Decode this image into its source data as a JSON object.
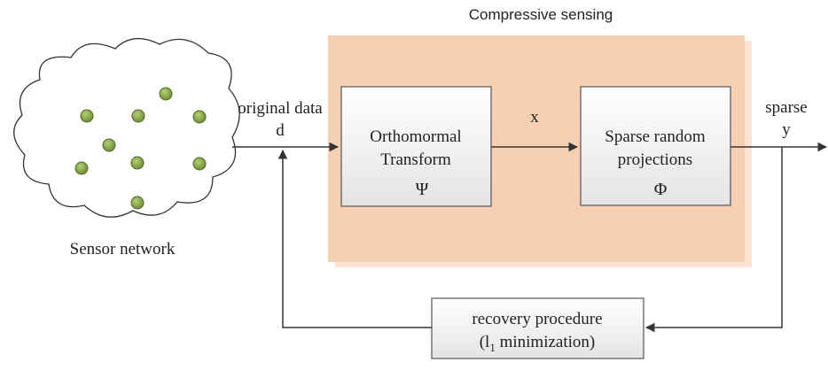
{
  "title": "Compressive sensing",
  "cloud": {
    "label": "Sensor network",
    "node_count": 9,
    "node_color": "#8fae4f"
  },
  "labels": {
    "original_data": "original data",
    "d": "d",
    "x": "x",
    "sparse": "sparse",
    "y": "y"
  },
  "boxes": {
    "transform": {
      "line1": "Orthomormal",
      "line2": "Transform",
      "symbol": "Ψ"
    },
    "projection": {
      "line1": "Sparse random",
      "line2": "projections",
      "symbol": "Φ"
    },
    "recovery": {
      "line1": "recovery procedure",
      "line2_prefix": "(l",
      "line2_sub": "1",
      "line2_suffix": " minimization)"
    }
  },
  "colors": {
    "region_fill": "#f7cfb3",
    "region_shadow": "#fbe3d3",
    "box_fill_top": "#ffffff",
    "box_fill_bottom": "#e6e6e6",
    "line": "#333333"
  }
}
